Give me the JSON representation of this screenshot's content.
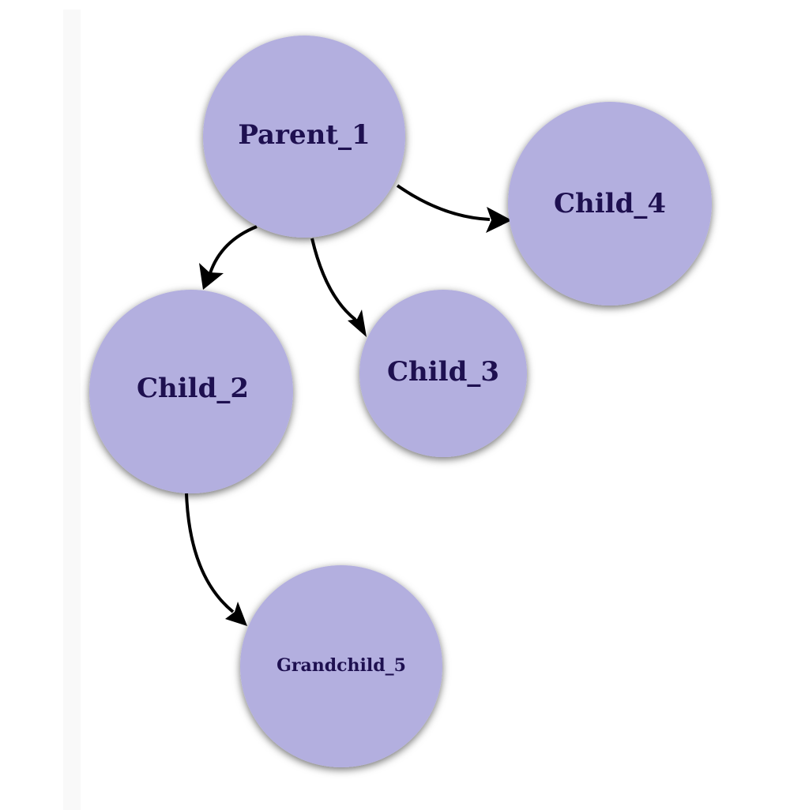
{
  "diagram": {
    "nodes": [
      {
        "id": "parent_1",
        "label": "Parent_1"
      },
      {
        "id": "child_4",
        "label": "Child_4"
      },
      {
        "id": "child_2",
        "label": "Child_2"
      },
      {
        "id": "child_3",
        "label": "Child_3"
      },
      {
        "id": "grandchild_5",
        "label": "Grandchild_5"
      }
    ],
    "edges": [
      {
        "from": "Parent_1",
        "to": "Child_4"
      },
      {
        "from": "Parent_1",
        "to": "Child_2"
      },
      {
        "from": "Parent_1",
        "to": "Child_3"
      },
      {
        "from": "Child_2",
        "to": "Grandchild_5"
      }
    ],
    "colors": {
      "node_fill": "#b3afdf",
      "label": "#1e1050",
      "edge": "#000000"
    }
  }
}
